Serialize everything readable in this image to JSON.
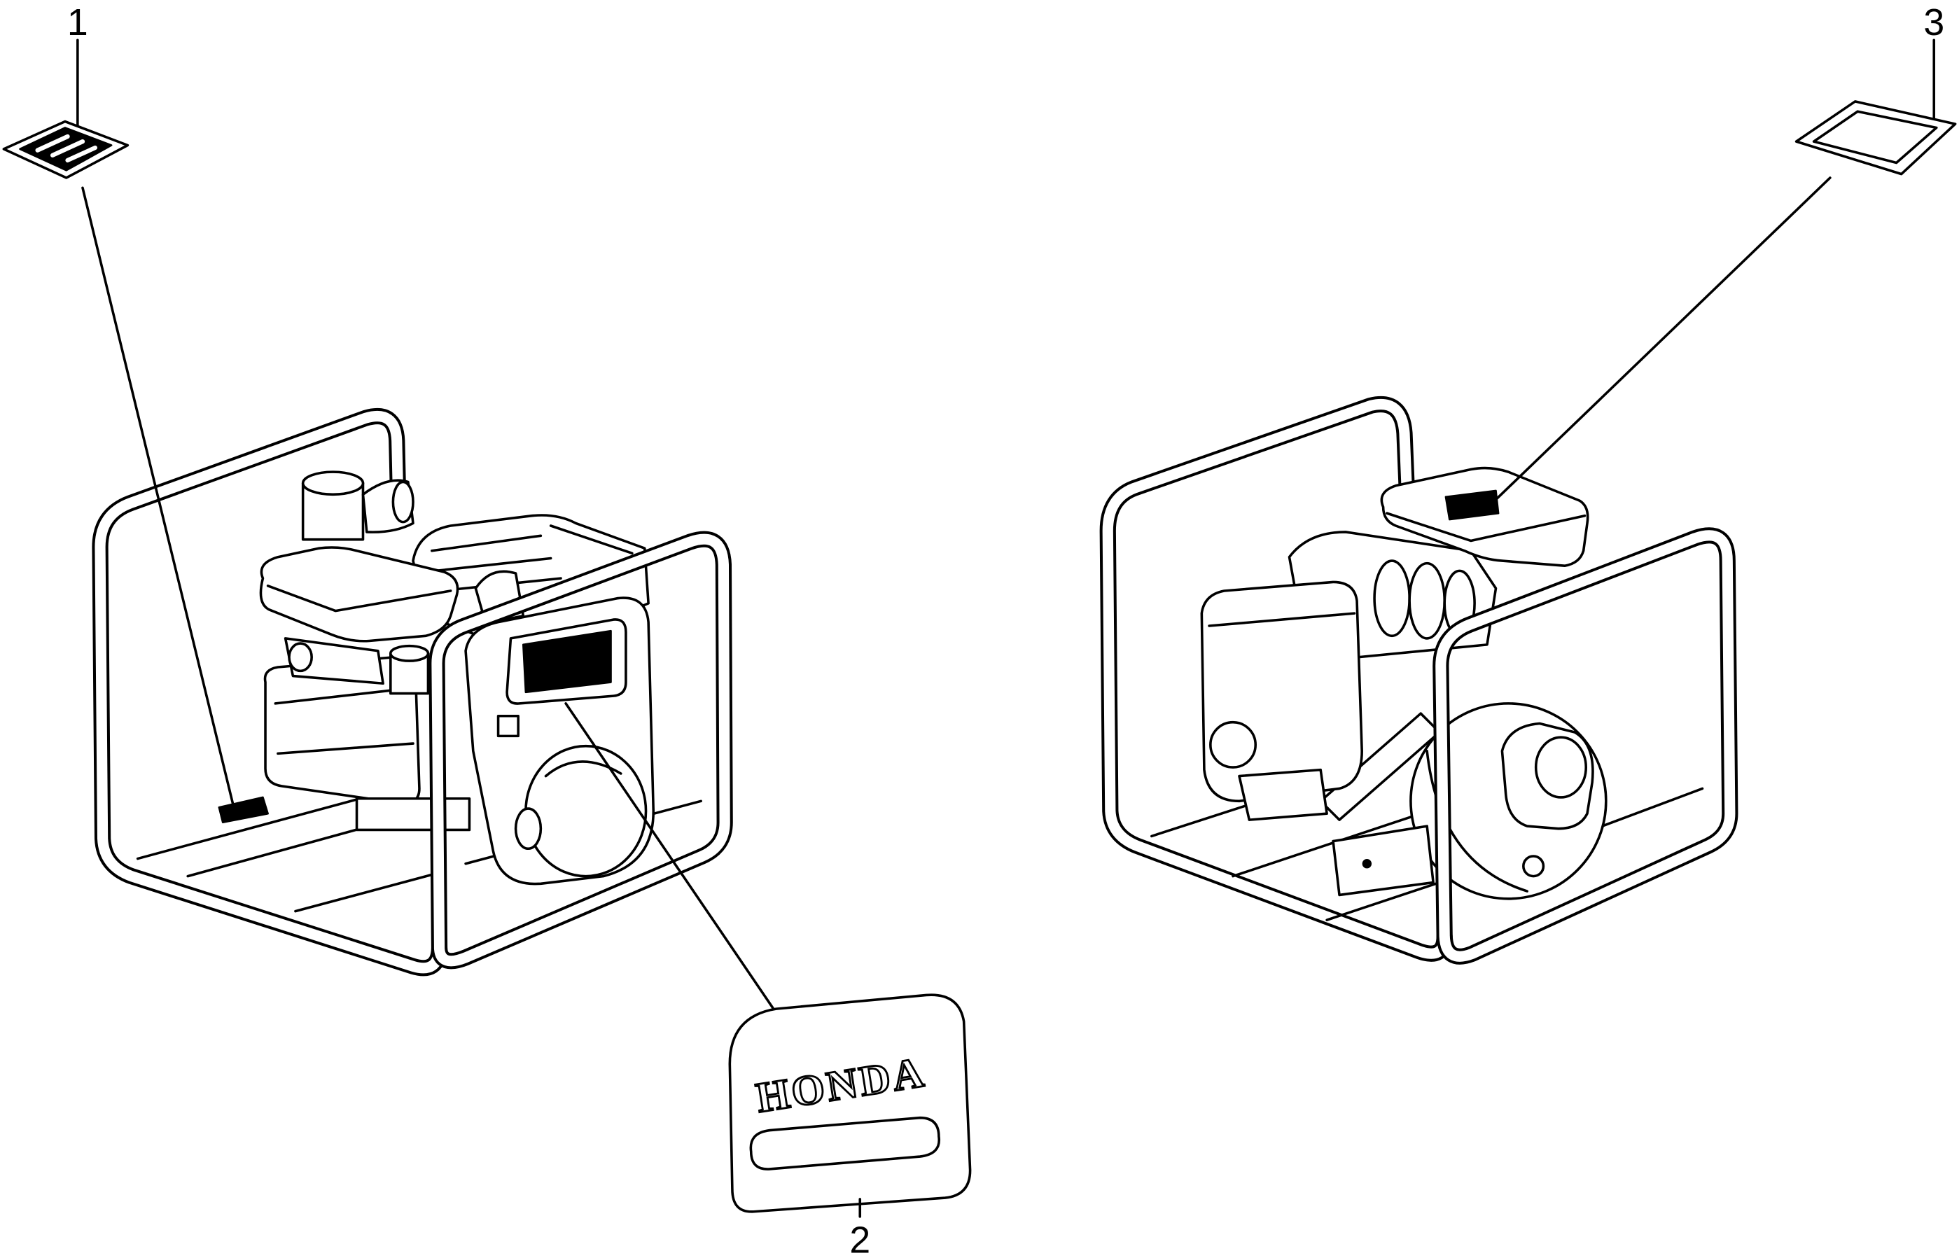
{
  "diagram": {
    "callouts": {
      "c1": "1",
      "c2": "2",
      "c3": "3"
    },
    "decal_2_text": "HONDA"
  },
  "colors": {
    "line": "#000000",
    "background": "#ffffff"
  }
}
